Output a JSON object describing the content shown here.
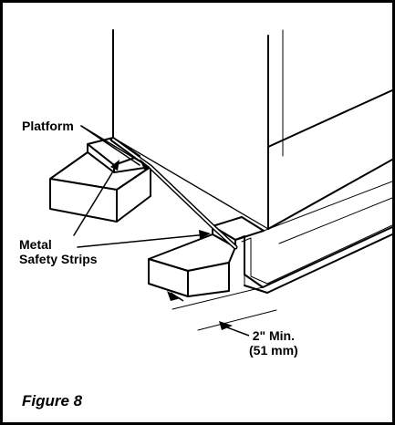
{
  "labels": {
    "platform": "Platform",
    "strips_line1": "Metal",
    "strips_line2": "Safety Strips",
    "dim_line1": "2\" Min.",
    "dim_line2": "(51 mm)"
  },
  "caption": "Figure 8"
}
